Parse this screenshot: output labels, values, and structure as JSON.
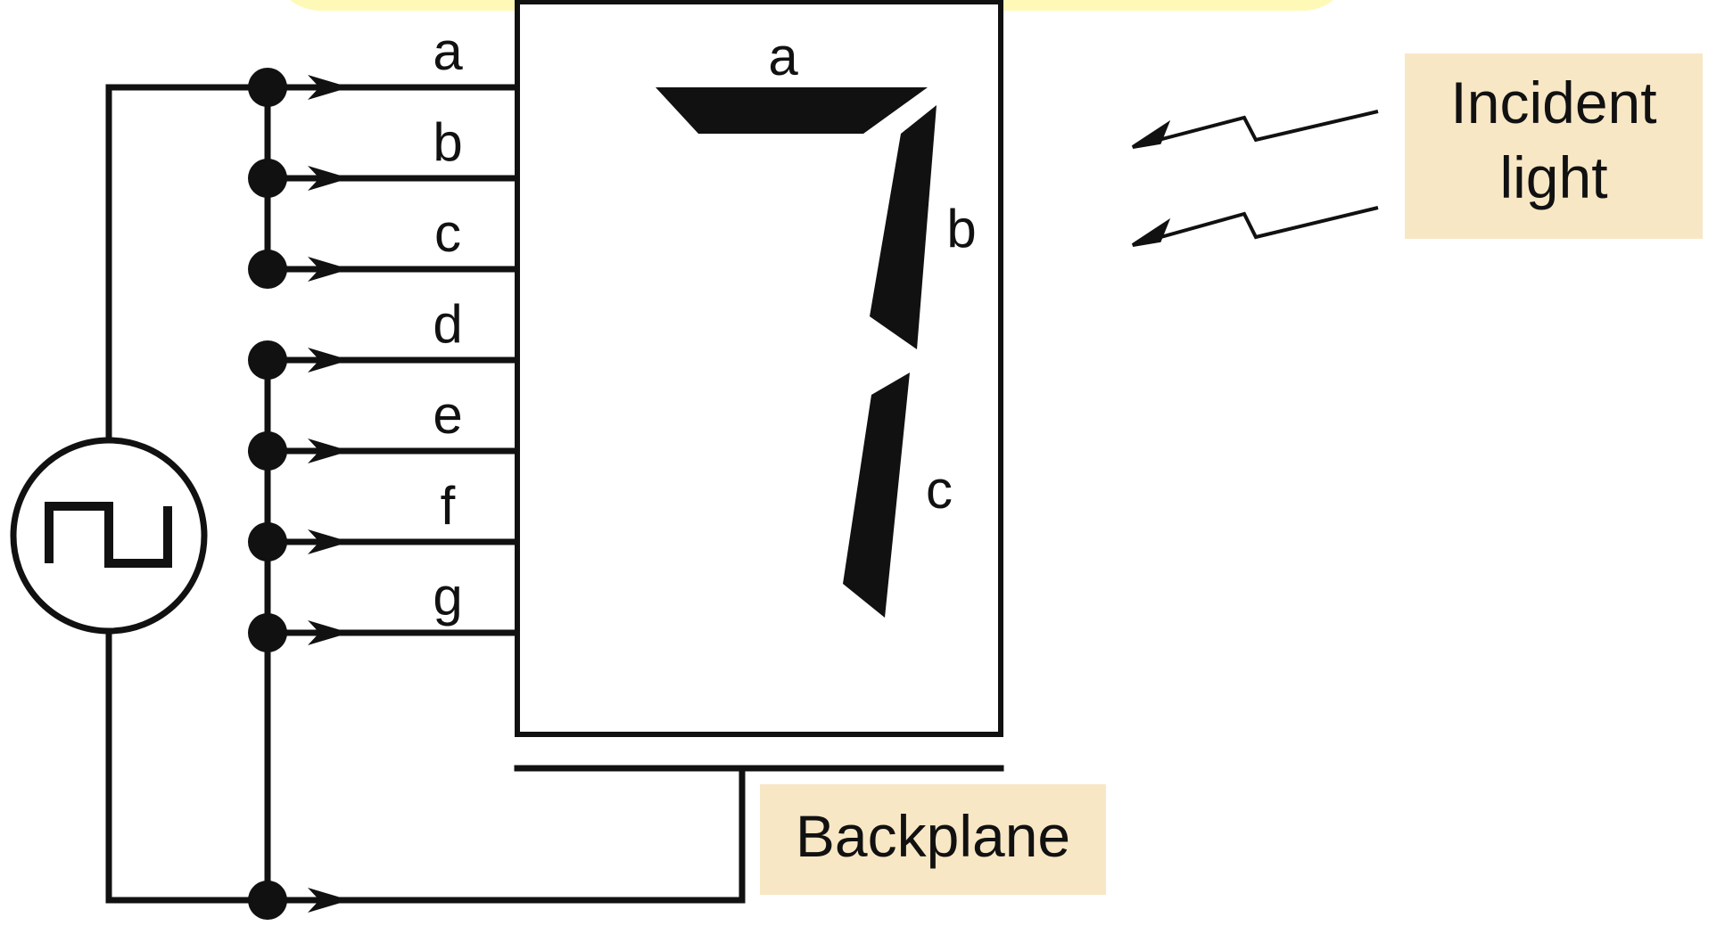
{
  "colors": {
    "line": "#111111",
    "label_box": "#f8e7c5",
    "top_banner": "#fff9b8",
    "background": "#ffffff"
  },
  "icons": {
    "source": "square-wave-source-icon",
    "light": "lightning-arrow-icon"
  },
  "segment_lines": [
    {
      "id": "a",
      "label": "a"
    },
    {
      "id": "b",
      "label": "b"
    },
    {
      "id": "c",
      "label": "c"
    },
    {
      "id": "d",
      "label": "d"
    },
    {
      "id": "e",
      "label": "e"
    },
    {
      "id": "f",
      "label": "f"
    },
    {
      "id": "g",
      "label": "g"
    }
  ],
  "display": {
    "digit_shown": "7",
    "segments": [
      {
        "id": "a",
        "label": "a"
      },
      {
        "id": "b",
        "label": "b"
      },
      {
        "id": "c",
        "label": "c"
      }
    ]
  },
  "callouts": {
    "incident_light": [
      "Incident",
      "light"
    ],
    "backplane": "Backplane"
  }
}
